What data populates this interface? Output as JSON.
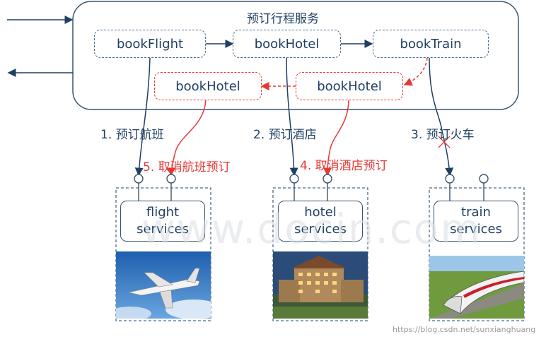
{
  "diagram": {
    "title": "预订行程服务",
    "forward_steps": [
      {
        "label": "bookFlight"
      },
      {
        "label": "bookHotel"
      },
      {
        "label": "bookTrain"
      }
    ],
    "compensation_steps": [
      {
        "label": "bookHotel"
      },
      {
        "label": "bookHotel"
      }
    ],
    "calls": [
      {
        "label": "1. 预订航班"
      },
      {
        "label": "2. 预订酒店"
      },
      {
        "label": "3. 预订火车"
      }
    ],
    "compensations": [
      {
        "label": "5. 取消航班预订"
      },
      {
        "label": "4. 取消酒店预订"
      }
    ],
    "services": [
      {
        "line1": "flight",
        "line2": "services"
      },
      {
        "line1": "hotel",
        "line2": "services"
      },
      {
        "line1": "train",
        "line2": "services"
      }
    ],
    "watermark_center": "www.docin.com",
    "watermark_corner": "https://blog.csdn.net/sunxianghuang",
    "colors": {
      "accent": "#1f3f63",
      "compensation": "#e53935"
    }
  }
}
